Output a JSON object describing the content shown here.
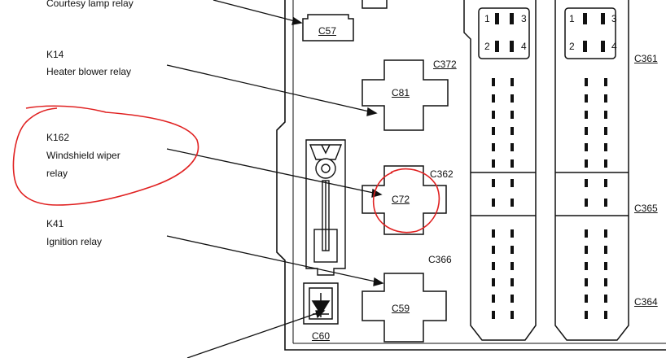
{
  "relays": [
    {
      "id": "",
      "name": "Courtesy lamp relay"
    },
    {
      "id": "K14",
      "name": "Heater blower relay"
    },
    {
      "id": "K162",
      "name": "Windshield wiper",
      "name2": "relay"
    },
    {
      "id": "K41",
      "name": "Ignition relay"
    }
  ],
  "connectors": {
    "c57": "C57",
    "c81": "C81",
    "c72": "C72",
    "c59": "C59",
    "c60": "C60",
    "c372": "C372",
    "c362": "C362",
    "c366": "C366",
    "c361": "C361",
    "c365": "C365",
    "c364": "C364"
  },
  "pins": [
    "1",
    "2",
    "3",
    "4"
  ],
  "colors": {
    "ink": "#111111",
    "annotation": "#e02020"
  }
}
